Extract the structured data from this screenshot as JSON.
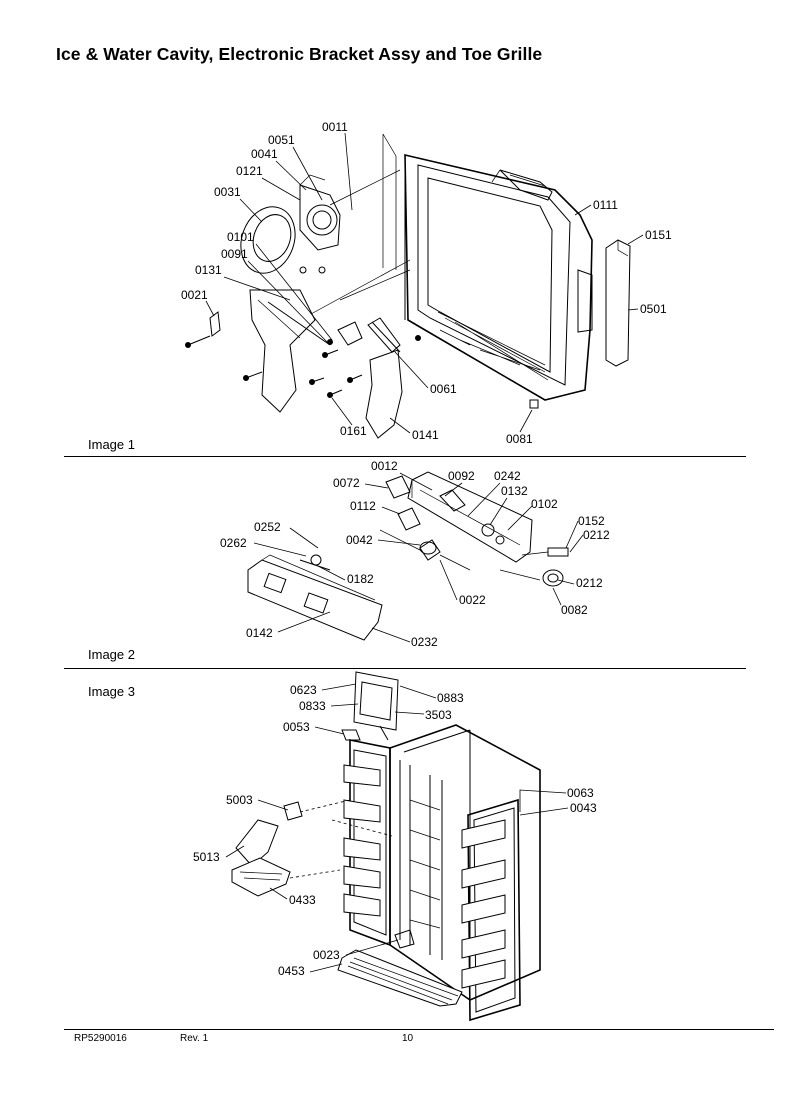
{
  "page": {
    "title": "Ice & Water Cavity, Electronic Bracket Assy and Toe Grille",
    "footer": {
      "doc_id": "RP5290016",
      "rev": "Rev. 1",
      "page_number": "10"
    }
  },
  "sections": {
    "image1": {
      "label": "Image 1"
    },
    "image2": {
      "label": "Image 2"
    },
    "image3": {
      "label": "Image 3"
    }
  },
  "callouts": {
    "image1": [
      "0011",
      "0051",
      "0041",
      "0121",
      "0031",
      "0101",
      "0091",
      "0131",
      "0021",
      "0111",
      "0151",
      "0501",
      "0061",
      "0161",
      "0141",
      "0081"
    ],
    "image2": [
      "0012",
      "0072",
      "0092",
      "0242",
      "0132",
      "0102",
      "0112",
      "0042",
      "0252",
      "0262",
      "0182",
      "0022",
      "0142",
      "0232",
      "0152",
      "0212",
      "0212",
      "0082"
    ],
    "image3": [
      "0623",
      "0833",
      "0883",
      "3503",
      "0053",
      "5003",
      "5013",
      "0433",
      "0063",
      "0043",
      "0023",
      "0453"
    ]
  }
}
